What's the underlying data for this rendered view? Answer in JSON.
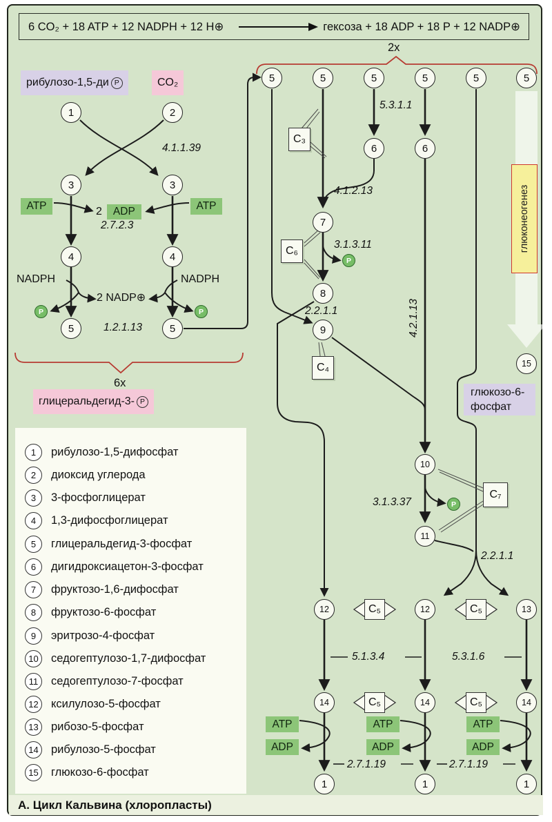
{
  "colors": {
    "background_green": "#d5e4c9",
    "cofactor_green": "#8cc578",
    "phosphate_green": "#77bd67",
    "metabolite_lavender": "#d8d1e7",
    "metabolite_pink": "#f5c8d8",
    "gluconeogenesis_yellow": "#f6f09b",
    "brace_red": "#b73a31"
  },
  "equation": {
    "lhs": "6 CO₂ + 18 ATP + 12 NADPH + 12 H⊕",
    "rhs": "гексоза + 18 ADP + 18 P + 12 NADP⊕"
  },
  "multiplier_top": "2x",
  "multiplier_left": "6x",
  "labels": {
    "rubp": "рибулозо-1,5-ди",
    "co2": "CO₂",
    "gap3p": "глицеральдегид-3-",
    "p_symbol": "P",
    "g6p_line1": "глюкозо-6-",
    "g6p_line2": "фосфат",
    "gluconeogenesis": "глюконеогенез",
    "nadph": "NADPH",
    "nadp_out": "2 NADP⊕",
    "atp": "ATP",
    "adp": "ADP",
    "two": "2"
  },
  "enzymes": {
    "rubisco": "4.1.1.39",
    "phosphoglycerate_kinase": "2.7.2.3",
    "gap_dehydrogenase": "1.2.1.13",
    "triosephosphate_isomerase": "5.3.1.1",
    "aldolase": "4.1.2.13",
    "fructose_bisphosphatase": "3.1.3.11",
    "transketolase_1": "2.2.1.1",
    "aldolase_2": "4.2.1.13",
    "sedoheptulose_bisphosphatase": "3.1.3.37",
    "transketolase_2": "2.2.1.1",
    "epimerase": "5.1.3.4",
    "ribose_isomerase": "5.3.1.6",
    "phosphoribulokinase_left": "2.7.1.19",
    "phosphoribulokinase_right": "2.7.1.19"
  },
  "carriers": {
    "c3": "C₃",
    "c4": "C₄",
    "c5": "C₅",
    "c6": "C₆",
    "c7": "C₇"
  },
  "nums": {
    "n1": "1",
    "n2": "2",
    "n3": "3",
    "n4": "4",
    "n5": "5",
    "n6": "6",
    "n7": "7",
    "n8": "8",
    "n9": "9",
    "n10": "10",
    "n11": "11",
    "n12": "12",
    "n13": "13",
    "n14": "14",
    "n15": "15"
  },
  "legend": {
    "items": [
      {
        "num": "1",
        "label": "рибулозо-1,5-дифосфат"
      },
      {
        "num": "2",
        "label": "диоксид углерода"
      },
      {
        "num": "3",
        "label": "3-фосфоглицерат"
      },
      {
        "num": "4",
        "label": "1,3-дифосфоглицерат"
      },
      {
        "num": "5",
        "label": "глицеральдегид-3-фосфат"
      },
      {
        "num": "6",
        "label": "дигидроксиацетон-3-фосфат"
      },
      {
        "num": "7",
        "label": "фруктозо-1,6-дифосфат"
      },
      {
        "num": "8",
        "label": "фруктозо-6-фосфат"
      },
      {
        "num": "9",
        "label": "эритрозо-4-фосфат"
      },
      {
        "num": "10",
        "label": "седогептулозо-1,7-дифосфат"
      },
      {
        "num": "11",
        "label": "седогептулозо-7-фосфат"
      },
      {
        "num": "12",
        "label": "ксилулозо-5-фосфат"
      },
      {
        "num": "13",
        "label": "рибозо-5-фосфат"
      },
      {
        "num": "14",
        "label": "рибулозо-5-фосфат"
      },
      {
        "num": "15",
        "label": "глюкозо-6-фосфат"
      }
    ]
  },
  "caption": "А. Цикл Кальвина (хлоропласты)"
}
